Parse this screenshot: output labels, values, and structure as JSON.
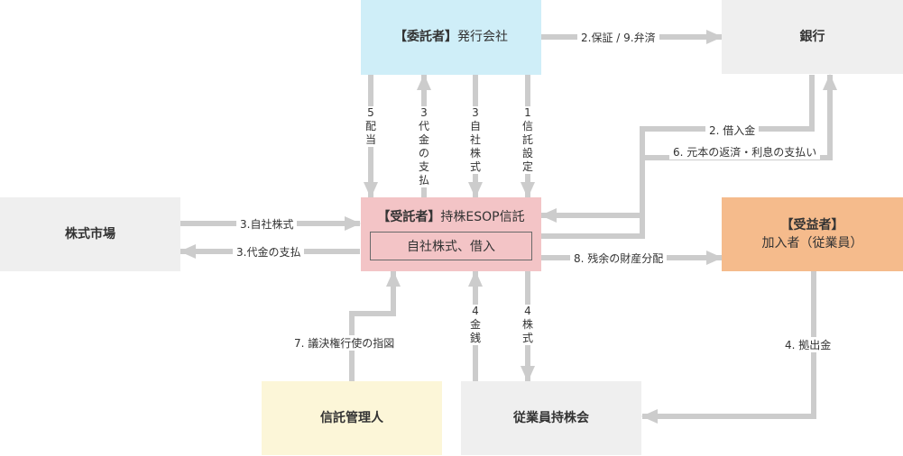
{
  "nodes": {
    "consignor": {
      "role": "【委託者】",
      "name": "発行会社",
      "color": "#cfeef8"
    },
    "bank": {
      "name": "銀行",
      "color": "#efefef"
    },
    "market": {
      "name": "株式市場",
      "color": "#efefef"
    },
    "trust": {
      "role": "【受託者】",
      "name": "持株ESOP信託",
      "assets": "自社株式、借入",
      "color": "#f3c4c6"
    },
    "beneficiary": {
      "role": "【受益者】",
      "name": "加入者（従業員）",
      "color": "#f5bb8c"
    },
    "administrator": {
      "name": "信託管理人",
      "color": "#fcf6d8"
    },
    "esop": {
      "name": "従業員持株会",
      "color": "#efefef"
    }
  },
  "flows": {
    "guarantee": "2.保証 / 9.弁済",
    "borrow": "2. 借入金",
    "repay": "6. 元本の返済・利息の支払い",
    "dividend": {
      "num": "5",
      "text": "配当"
    },
    "pay_up": {
      "num": "3",
      "text": "代金の支払"
    },
    "own_stock_down": {
      "num": "3",
      "text": "自社株式"
    },
    "trust_setup": {
      "num": "1",
      "text": "信託設定"
    },
    "market_to_trust": "3.自社株式",
    "trust_to_market": "3.代金の支払",
    "residual": "8. 残余の財産分配",
    "voting": "7. 議決権行使の指図",
    "money": {
      "num": "4",
      "text": "金銭"
    },
    "stock": {
      "num": "4",
      "text": "株式"
    },
    "contribution": "4. 拠出金"
  },
  "arrow_color": "#cccccc"
}
